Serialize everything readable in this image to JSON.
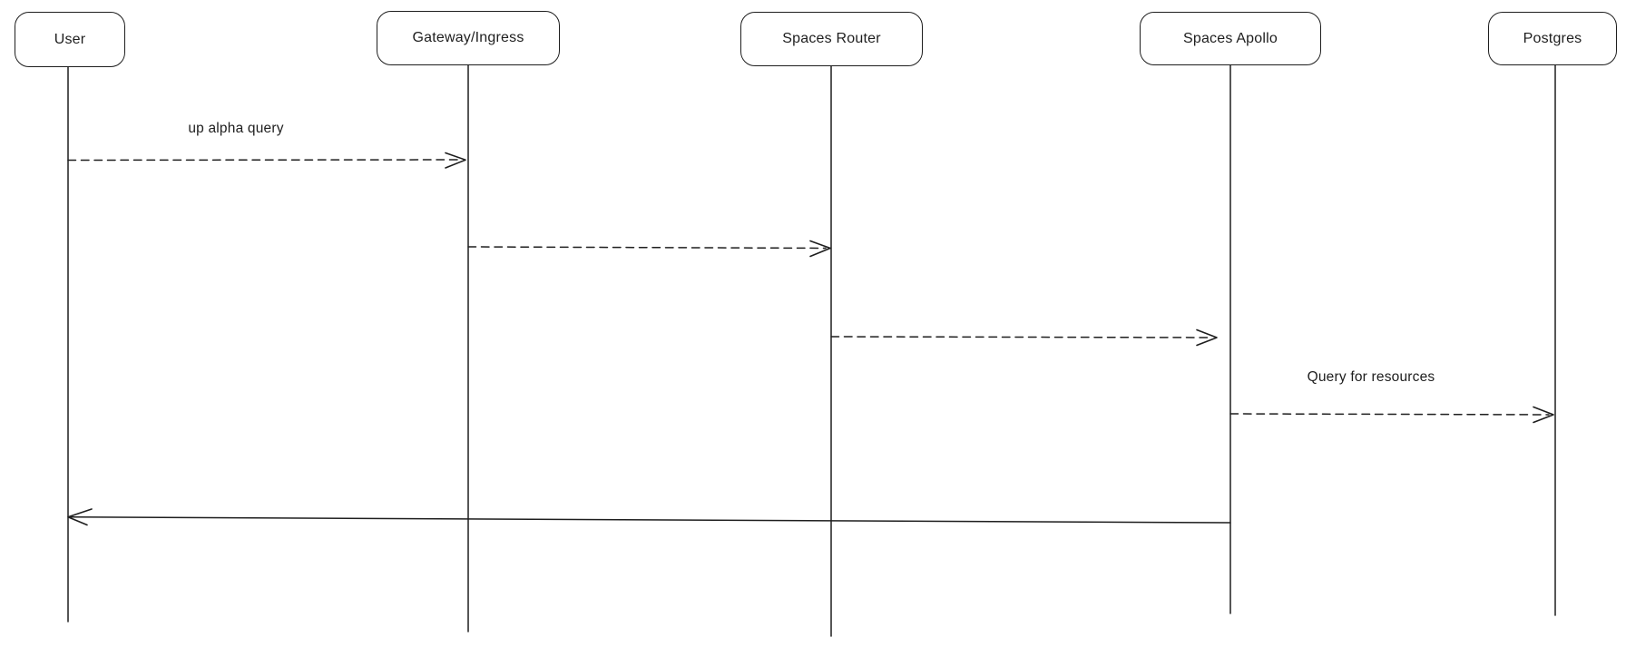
{
  "diagram": {
    "kind": "sequence-diagram",
    "actors": [
      {
        "id": "user",
        "label": "User"
      },
      {
        "id": "gateway-ingress",
        "label": "Gateway/Ingress"
      },
      {
        "id": "spaces-router",
        "label": "Spaces Router"
      },
      {
        "id": "spaces-apollo",
        "label": "Spaces Apollo"
      },
      {
        "id": "postgres",
        "label": "Postgres"
      }
    ],
    "messages": [
      {
        "from": "user",
        "to": "gateway-ingress",
        "label": "up alpha query",
        "line_style": "dashed",
        "direction": "right"
      },
      {
        "from": "gateway-ingress",
        "to": "spaces-router",
        "label": "",
        "line_style": "dashed",
        "direction": "right"
      },
      {
        "from": "spaces-router",
        "to": "spaces-apollo",
        "label": "",
        "line_style": "dashed",
        "direction": "right"
      },
      {
        "from": "spaces-apollo",
        "to": "postgres",
        "label": "Query for resources",
        "line_style": "dashed",
        "direction": "right"
      },
      {
        "from": "spaces-apollo",
        "to": "user",
        "label": "",
        "line_style": "solid",
        "direction": "left"
      }
    ],
    "colors": {
      "stroke": "#1e1e1e",
      "text": "#1e1e1e",
      "background": "#ffffff"
    }
  }
}
